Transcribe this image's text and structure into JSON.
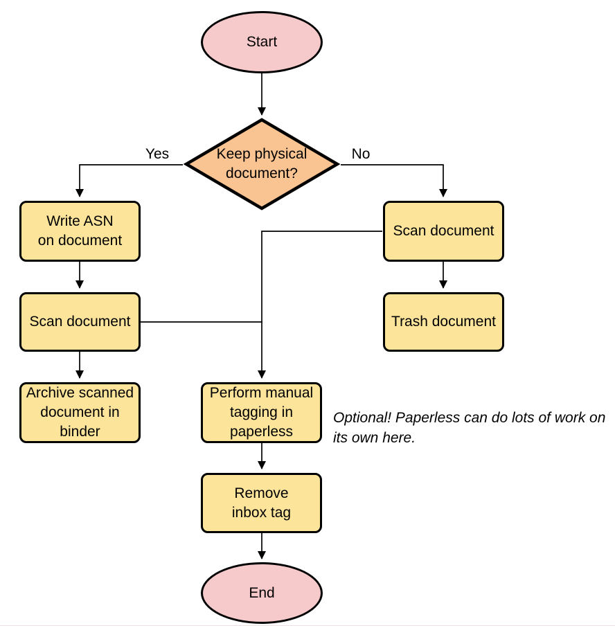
{
  "nodes": {
    "start": {
      "label": "Start",
      "type": "terminal"
    },
    "decision": {
      "label": "Keep physical\ndocument?",
      "type": "decision"
    },
    "write_asn": {
      "label": "Write ASN\non document",
      "type": "process"
    },
    "scan_left": {
      "label": "Scan document",
      "type": "process"
    },
    "archive": {
      "label": "Archive scanned\ndocument in\nbinder",
      "type": "process"
    },
    "scan_right": {
      "label": "Scan document",
      "type": "process"
    },
    "trash": {
      "label": "Trash document",
      "type": "process"
    },
    "tagging": {
      "label": "Perform manual\ntagging in\npaperless",
      "type": "process"
    },
    "remove_inbox": {
      "label": "Remove\ninbox tag",
      "type": "process"
    },
    "end": {
      "label": "End",
      "type": "terminal"
    }
  },
  "edge_labels": {
    "yes": "Yes",
    "no": "No"
  },
  "note": "Optional! Paperless can do lots of work on\nits own here.",
  "colors": {
    "background": "#ffffff",
    "terminal_fill": "#f6c9ca",
    "process_fill": "#fce49b",
    "decision_fill": "#f9c492",
    "stroke": "#000000"
  }
}
